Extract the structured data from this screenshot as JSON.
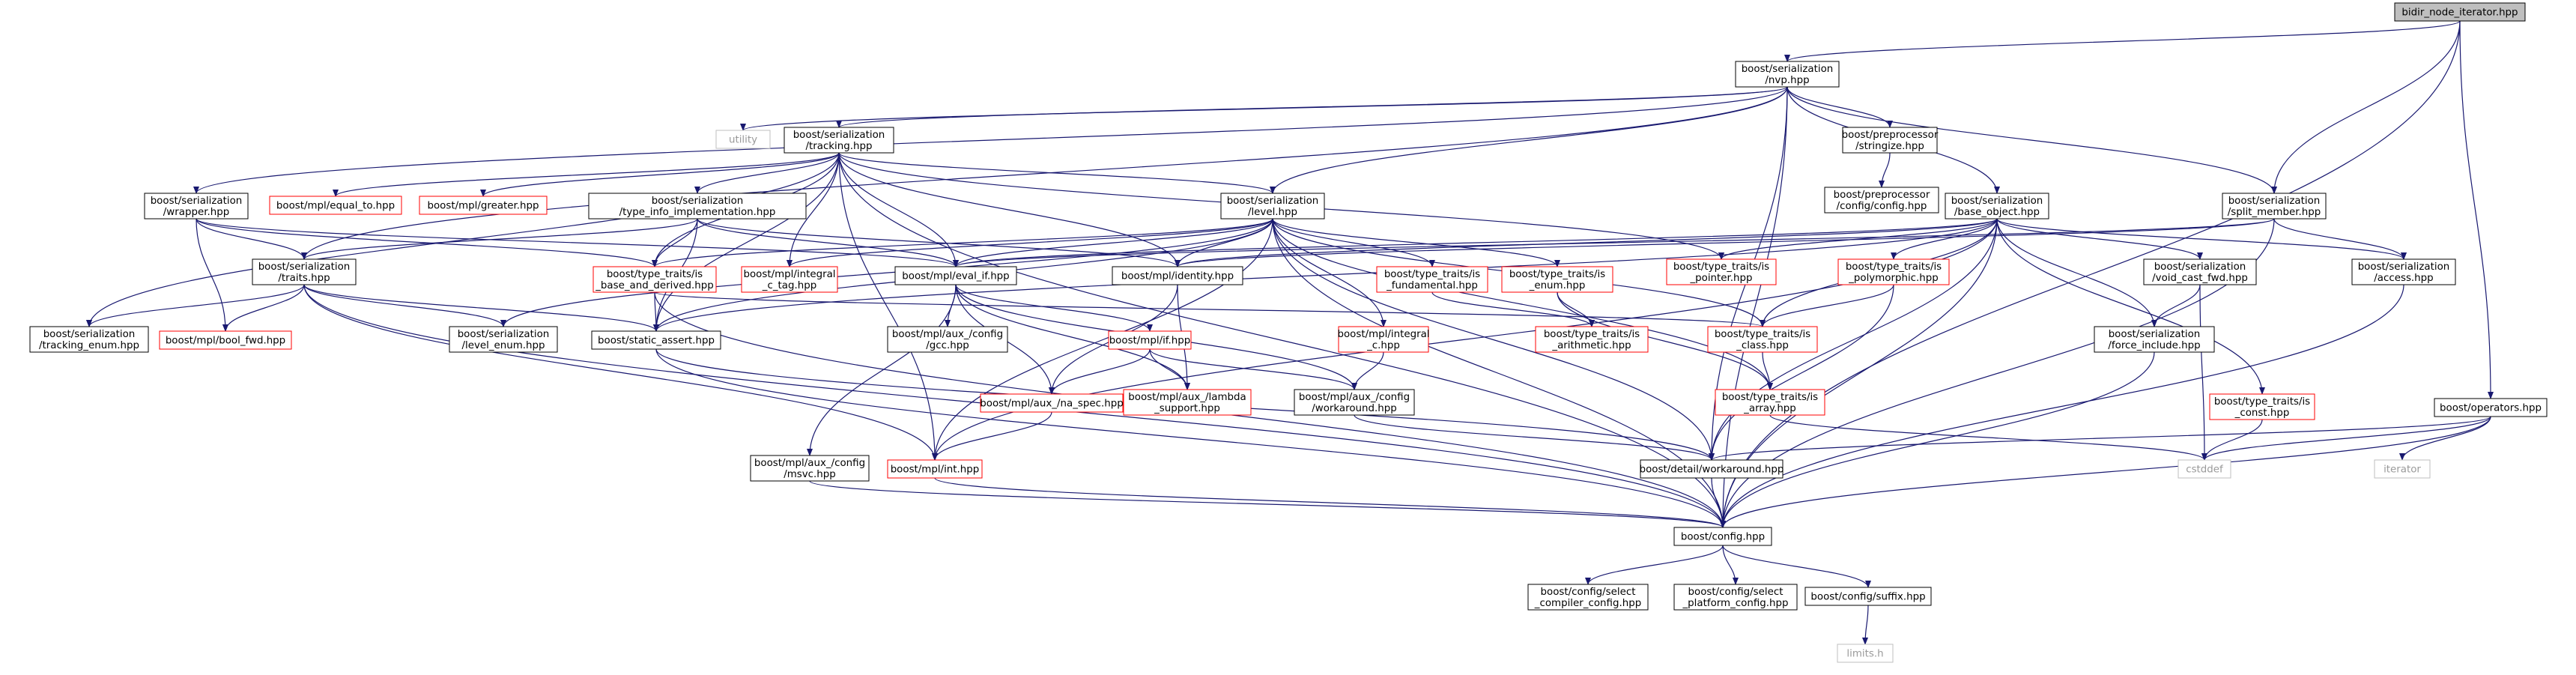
{
  "graph": {
    "colors": {
      "edge": "#191970",
      "node_border_documented": "#000000",
      "node_border_undocumented": "#ff0000",
      "node_border_external": "#bfbfbf",
      "root_fill": "#bfbfbf",
      "node_fill": "#ffffff",
      "external_text": "#9a9a9a"
    },
    "nodes": [
      {
        "id": "root",
        "lines": [
          "bidir_node_iterator.hpp"
        ],
        "kind": "root"
      },
      {
        "id": "nvp",
        "lines": [
          "boost/serialization",
          "/nvp.hpp"
        ],
        "kind": "documented"
      },
      {
        "id": "utility",
        "lines": [
          "utility"
        ],
        "kind": "external"
      },
      {
        "id": "tracking",
        "lines": [
          "boost/serialization",
          "/tracking.hpp"
        ],
        "kind": "documented"
      },
      {
        "id": "stringize",
        "lines": [
          "boost/preprocessor",
          "/stringize.hpp"
        ],
        "kind": "documented"
      },
      {
        "id": "ppconfig",
        "lines": [
          "boost/preprocessor",
          "/config/config.hpp"
        ],
        "kind": "documented"
      },
      {
        "id": "base_object",
        "lines": [
          "boost/serialization",
          "/base_object.hpp"
        ],
        "kind": "documented"
      },
      {
        "id": "split_member",
        "lines": [
          "boost/serialization",
          "/split_member.hpp"
        ],
        "kind": "documented"
      },
      {
        "id": "wrapper",
        "lines": [
          "boost/serialization",
          "/wrapper.hpp"
        ],
        "kind": "documented"
      },
      {
        "id": "equal_to",
        "lines": [
          "boost/mpl/equal_to.hpp"
        ],
        "kind": "undocumented"
      },
      {
        "id": "greater",
        "lines": [
          "boost/mpl/greater.hpp"
        ],
        "kind": "undocumented"
      },
      {
        "id": "type_info_impl",
        "lines": [
          "boost/serialization",
          "/type_info_implementation.hpp"
        ],
        "kind": "documented"
      },
      {
        "id": "level",
        "lines": [
          "boost/serialization",
          "/level.hpp"
        ],
        "kind": "documented"
      },
      {
        "id": "traits",
        "lines": [
          "boost/serialization",
          "/traits.hpp"
        ],
        "kind": "documented"
      },
      {
        "id": "is_base_and_derived",
        "lines": [
          "boost/type_traits/is",
          "_base_and_derived.hpp"
        ],
        "kind": "undocumented"
      },
      {
        "id": "integral_c_tag",
        "lines": [
          "boost/mpl/integral",
          "_c_tag.hpp"
        ],
        "kind": "undocumented"
      },
      {
        "id": "eval_if",
        "lines": [
          "boost/mpl/eval_if.hpp"
        ],
        "kind": "documented"
      },
      {
        "id": "identity",
        "lines": [
          "boost/mpl/identity.hpp"
        ],
        "kind": "documented"
      },
      {
        "id": "is_fundamental",
        "lines": [
          "boost/type_traits/is",
          "_fundamental.hpp"
        ],
        "kind": "undocumented"
      },
      {
        "id": "is_enum",
        "lines": [
          "boost/type_traits/is",
          "_enum.hpp"
        ],
        "kind": "undocumented"
      },
      {
        "id": "is_pointer",
        "lines": [
          "boost/type_traits/is",
          "_pointer.hpp"
        ],
        "kind": "undocumented"
      },
      {
        "id": "is_polymorphic",
        "lines": [
          "boost/type_traits/is",
          "_polymorphic.hpp"
        ],
        "kind": "undocumented"
      },
      {
        "id": "void_cast_fwd",
        "lines": [
          "boost/serialization",
          "/void_cast_fwd.hpp"
        ],
        "kind": "documented"
      },
      {
        "id": "access",
        "lines": [
          "boost/serialization",
          "/access.hpp"
        ],
        "kind": "documented"
      },
      {
        "id": "tracking_enum",
        "lines": [
          "boost/serialization",
          "/tracking_enum.hpp"
        ],
        "kind": "documented"
      },
      {
        "id": "bool_fwd",
        "lines": [
          "boost/mpl/bool_fwd.hpp"
        ],
        "kind": "undocumented"
      },
      {
        "id": "level_enum",
        "lines": [
          "boost/serialization",
          "/level_enum.hpp"
        ],
        "kind": "documented"
      },
      {
        "id": "static_assert",
        "lines": [
          "boost/static_assert.hpp"
        ],
        "kind": "documented"
      },
      {
        "id": "aux_gcc",
        "lines": [
          "boost/mpl/aux_/config",
          "/gcc.hpp"
        ],
        "kind": "documented"
      },
      {
        "id": "mpl_if",
        "lines": [
          "boost/mpl/if.hpp"
        ],
        "kind": "undocumented"
      },
      {
        "id": "integral_c",
        "lines": [
          "boost/mpl/integral",
          "_c.hpp"
        ],
        "kind": "undocumented"
      },
      {
        "id": "is_arithmetic",
        "lines": [
          "boost/type_traits/is",
          "_arithmetic.hpp"
        ],
        "kind": "undocumented"
      },
      {
        "id": "is_class",
        "lines": [
          "boost/type_traits/is",
          "_class.hpp"
        ],
        "kind": "undocumented"
      },
      {
        "id": "force_include",
        "lines": [
          "boost/serialization",
          "/force_include.hpp"
        ],
        "kind": "documented"
      },
      {
        "id": "na_spec",
        "lines": [
          "boost/mpl/aux_/na_spec.hpp"
        ],
        "kind": "undocumented"
      },
      {
        "id": "lambda_support",
        "lines": [
          "boost/mpl/aux_/lambda",
          "_support.hpp"
        ],
        "kind": "undocumented"
      },
      {
        "id": "aux_workaround",
        "lines": [
          "boost/mpl/aux_/config",
          "/workaround.hpp"
        ],
        "kind": "documented"
      },
      {
        "id": "is_array",
        "lines": [
          "boost/type_traits/is",
          "_array.hpp"
        ],
        "kind": "undocumented"
      },
      {
        "id": "is_const",
        "lines": [
          "boost/type_traits/is",
          "_const.hpp"
        ],
        "kind": "undocumented"
      },
      {
        "id": "operators",
        "lines": [
          "boost/operators.hpp"
        ],
        "kind": "documented"
      },
      {
        "id": "aux_msvc",
        "lines": [
          "boost/mpl/aux_/config",
          "/msvc.hpp"
        ],
        "kind": "documented"
      },
      {
        "id": "mpl_int",
        "lines": [
          "boost/mpl/int.hpp"
        ],
        "kind": "undocumented"
      },
      {
        "id": "detail_workaround",
        "lines": [
          "boost/detail/workaround.hpp"
        ],
        "kind": "documented"
      },
      {
        "id": "cstddef",
        "lines": [
          "cstddef"
        ],
        "kind": "external"
      },
      {
        "id": "iterator",
        "lines": [
          "iterator"
        ],
        "kind": "external"
      },
      {
        "id": "config",
        "lines": [
          "boost/config.hpp"
        ],
        "kind": "documented"
      },
      {
        "id": "select_compiler",
        "lines": [
          "boost/config/select",
          "_compiler_config.hpp"
        ],
        "kind": "documented"
      },
      {
        "id": "select_platform",
        "lines": [
          "boost/config/select",
          "_platform_config.hpp"
        ],
        "kind": "documented"
      },
      {
        "id": "suffix",
        "lines": [
          "boost/config/suffix.hpp"
        ],
        "kind": "documented"
      },
      {
        "id": "limits",
        "lines": [
          "limits.h"
        ],
        "kind": "external"
      }
    ],
    "edges": [
      [
        "root",
        "nvp"
      ],
      [
        "root",
        "split_member"
      ],
      [
        "root",
        "operators"
      ],
      [
        "root",
        "config"
      ],
      [
        "nvp",
        "utility"
      ],
      [
        "nvp",
        "tracking"
      ],
      [
        "nvp",
        "stringize"
      ],
      [
        "nvp",
        "base_object"
      ],
      [
        "nvp",
        "split_member"
      ],
      [
        "nvp",
        "wrapper"
      ],
      [
        "nvp",
        "level"
      ],
      [
        "nvp",
        "traits"
      ],
      [
        "nvp",
        "detail_workaround"
      ],
      [
        "nvp",
        "config"
      ],
      [
        "stringize",
        "ppconfig"
      ],
      [
        "tracking",
        "equal_to"
      ],
      [
        "tracking",
        "greater"
      ],
      [
        "tracking",
        "type_info_impl"
      ],
      [
        "tracking",
        "level"
      ],
      [
        "tracking",
        "tracking_enum"
      ],
      [
        "tracking",
        "static_assert"
      ],
      [
        "tracking",
        "eval_if"
      ],
      [
        "tracking",
        "identity"
      ],
      [
        "tracking",
        "integral_c_tag"
      ],
      [
        "tracking",
        "is_base_and_derived"
      ],
      [
        "tracking",
        "is_pointer"
      ],
      [
        "tracking",
        "config"
      ],
      [
        "tracking",
        "mpl_int"
      ],
      [
        "wrapper",
        "traits"
      ],
      [
        "wrapper",
        "bool_fwd"
      ],
      [
        "wrapper",
        "is_base_and_derived"
      ],
      [
        "wrapper",
        "eval_if"
      ],
      [
        "type_info_impl",
        "traits"
      ],
      [
        "type_info_impl",
        "static_assert"
      ],
      [
        "type_info_impl",
        "is_base_and_derived"
      ],
      [
        "type_info_impl",
        "eval_if"
      ],
      [
        "type_info_impl",
        "identity"
      ],
      [
        "level",
        "level_enum"
      ],
      [
        "level",
        "static_assert"
      ],
      [
        "level",
        "eval_if"
      ],
      [
        "level",
        "identity"
      ],
      [
        "level",
        "integral_c_tag"
      ],
      [
        "level",
        "is_base_and_derived"
      ],
      [
        "level",
        "is_fundamental"
      ],
      [
        "level",
        "is_enum"
      ],
      [
        "level",
        "is_class"
      ],
      [
        "level",
        "is_array"
      ],
      [
        "level",
        "integral_c"
      ],
      [
        "level",
        "mpl_int"
      ],
      [
        "level",
        "detail_workaround"
      ],
      [
        "level",
        "config"
      ],
      [
        "traits",
        "tracking_enum"
      ],
      [
        "traits",
        "bool_fwd"
      ],
      [
        "traits",
        "level_enum"
      ],
      [
        "traits",
        "static_assert"
      ],
      [
        "traits",
        "mpl_int"
      ],
      [
        "traits",
        "config"
      ],
      [
        "is_base_and_derived",
        "static_assert"
      ],
      [
        "is_base_and_derived",
        "is_class"
      ],
      [
        "is_base_and_derived",
        "config"
      ],
      [
        "eval_if",
        "aux_gcc"
      ],
      [
        "eval_if",
        "mpl_if"
      ],
      [
        "eval_if",
        "na_spec"
      ],
      [
        "eval_if",
        "lambda_support"
      ],
      [
        "eval_if",
        "aux_workaround"
      ],
      [
        "eval_if",
        "aux_msvc"
      ],
      [
        "identity",
        "na_spec"
      ],
      [
        "identity",
        "lambda_support"
      ],
      [
        "mpl_if",
        "na_spec"
      ],
      [
        "mpl_if",
        "lambda_support"
      ],
      [
        "mpl_if",
        "aux_workaround"
      ],
      [
        "integral_c",
        "aux_workaround"
      ],
      [
        "is_fundamental",
        "is_arithmetic"
      ],
      [
        "is_enum",
        "is_arithmetic"
      ],
      [
        "is_enum",
        "is_array"
      ],
      [
        "is_class",
        "is_array"
      ],
      [
        "is_array",
        "cstddef"
      ],
      [
        "base_object",
        "eval_if"
      ],
      [
        "base_object",
        "identity"
      ],
      [
        "base_object",
        "is_pointer"
      ],
      [
        "base_object",
        "is_polymorphic"
      ],
      [
        "base_object",
        "void_cast_fwd"
      ],
      [
        "base_object",
        "access"
      ],
      [
        "base_object",
        "force_include"
      ],
      [
        "base_object",
        "is_const"
      ],
      [
        "base_object",
        "is_class"
      ],
      [
        "base_object",
        "static_assert"
      ],
      [
        "base_object",
        "mpl_int"
      ],
      [
        "base_object",
        "detail_workaround"
      ],
      [
        "base_object",
        "config"
      ],
      [
        "is_polymorphic",
        "is_class"
      ],
      [
        "is_polymorphic",
        "detail_workaround"
      ],
      [
        "void_cast_fwd",
        "force_include"
      ],
      [
        "void_cast_fwd",
        "cstddef"
      ],
      [
        "force_include",
        "config"
      ],
      [
        "is_const",
        "cstddef"
      ],
      [
        "split_member",
        "access"
      ],
      [
        "split_member",
        "eval_if"
      ],
      [
        "split_member",
        "identity"
      ],
      [
        "split_member",
        "config"
      ],
      [
        "access",
        "config"
      ],
      [
        "operators",
        "iterator"
      ],
      [
        "operators",
        "cstddef"
      ],
      [
        "operators",
        "config"
      ],
      [
        "operators",
        "detail_workaround"
      ],
      [
        "static_assert",
        "config"
      ],
      [
        "static_assert",
        "detail_workaround"
      ],
      [
        "na_spec",
        "mpl_int"
      ],
      [
        "aux_workaround",
        "detail_workaround"
      ],
      [
        "aux_msvc",
        "config"
      ],
      [
        "mpl_int",
        "config"
      ],
      [
        "detail_workaround",
        "config"
      ],
      [
        "config",
        "select_compiler"
      ],
      [
        "config",
        "select_platform"
      ],
      [
        "config",
        "suffix"
      ],
      [
        "suffix",
        "limits"
      ]
    ]
  }
}
